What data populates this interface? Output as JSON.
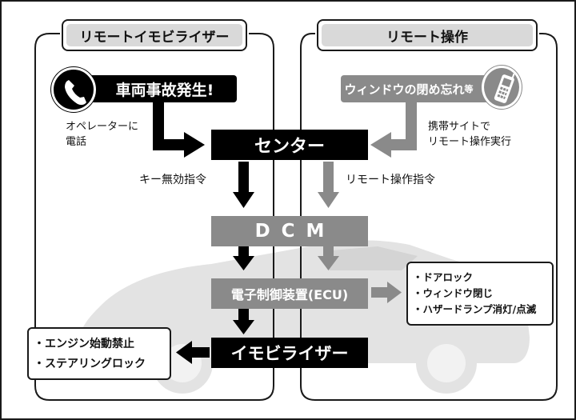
{
  "panels": {
    "left_header": "リモートイモビライザー",
    "right_header": "リモート操作"
  },
  "nodes": {
    "accident": "車両事故発生!",
    "window_forgot": "ウィンドウの閉め忘れ",
    "window_forgot_suffix": "等",
    "center": "センター",
    "dcm": "DCM",
    "ecu": "電子制御装置(ECU)",
    "immobilizer": "イモビライザー"
  },
  "labels": {
    "operator_call_line1": "オペレーターに",
    "operator_call_line2": "電話",
    "mobile_site_line1": "携帯サイトで",
    "mobile_site_line2": "リモート操作実行",
    "key_disable_command": "キー無効指令",
    "remote_operation_command": "リモート操作指令"
  },
  "lists": {
    "remote_actions": [
      "ドアロック",
      "ウィンドウ閉じ",
      "ハザードランプ消灯/点滅"
    ],
    "immobilizer_actions": [
      "エンジン始動禁止",
      "ステアリングロック"
    ]
  },
  "colors": {
    "black": "#000000",
    "grey": "#8a8a8a",
    "car_silhouette": "#e3e3e3"
  },
  "icons": [
    "phone-icon",
    "mobile-phone-icon",
    "car-silhouette"
  ]
}
